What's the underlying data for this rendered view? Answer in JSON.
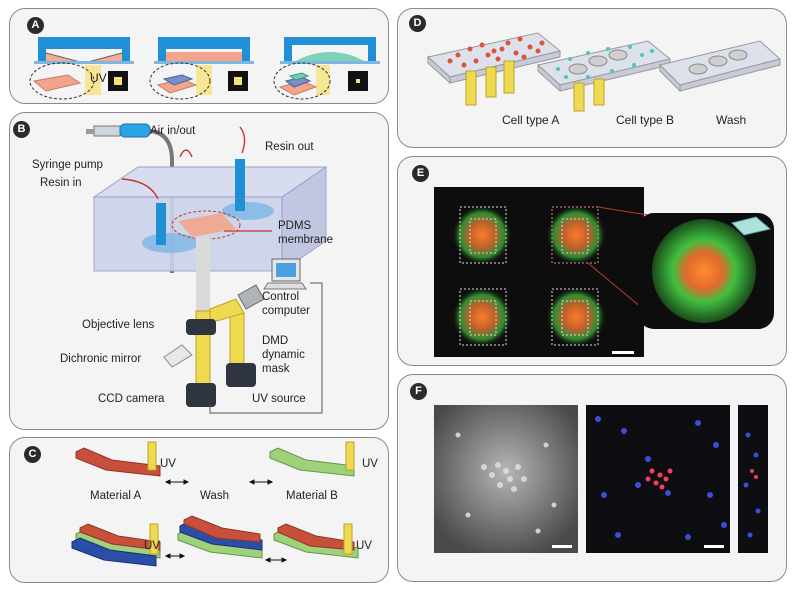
{
  "panels": {
    "a": {
      "badge": "A",
      "uv_label": "UV"
    },
    "b": {
      "badge": "B",
      "labels": {
        "air": "Air in/out",
        "syringe": "Syringe pump",
        "resin_in": "Resin in",
        "resin_out": "Resin out",
        "pdms_1": "PDMS",
        "pdms_2": "membrane",
        "control_1": "Control",
        "control_2": "computer",
        "objective": "Objective lens",
        "dmd_1": "DMD",
        "dmd_2": "dynamic",
        "dmd_3": "mask",
        "dichronic": "Dichronic mirror",
        "ccd": "CCD camera",
        "uv_source": "UV  source"
      }
    },
    "c": {
      "badge": "C",
      "uv1": "UV",
      "uv2": "UV",
      "uv3": "UV",
      "uv4": "UV",
      "material_a": "Material A",
      "wash": "Wash",
      "material_b": "Material B"
    },
    "d": {
      "badge": "D",
      "cell_a": "Cell type A",
      "cell_b": "Cell type B",
      "wash": "Wash"
    },
    "e": {
      "badge": "E"
    },
    "f": {
      "badge": "F"
    }
  },
  "colors": {
    "frame_blue": "#1f8fd6",
    "resin_pink": "#f2a58a",
    "uv_yellow": "#f7e27a",
    "material_red": "#c8503a",
    "material_green": "#9fd07a",
    "material_blue": "#2b4fa8",
    "cell_red": "#e0503a",
    "cell_teal": "#4cc9b0",
    "fluor_green": "#3fbf3f",
    "fluor_orange": "#ff7a2a",
    "nuclei_blue": "#3a4fd8"
  }
}
